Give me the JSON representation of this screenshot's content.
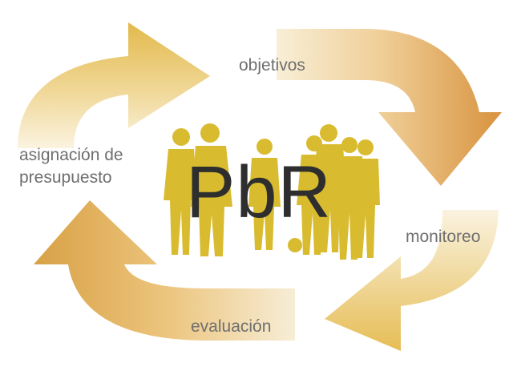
{
  "diagram": {
    "center_title": "PbR",
    "stages": {
      "top": "objetivos",
      "right": "monitoreo",
      "bottom": "evaluación",
      "left_line1": "asignación de",
      "left_line2": "presupuesto"
    },
    "colors": {
      "arrow_light": "#f7ecd0",
      "arrow_mid": "#e7c266",
      "arrow_dark": "#cf9431",
      "arrow_orange": "#dc9140",
      "figures": "#d9bb2f",
      "title": "#2e2e2e",
      "labels": "#6f6f6f"
    },
    "icons": [
      "cycle-arrow-icon",
      "people-silhouette-icon"
    ]
  }
}
